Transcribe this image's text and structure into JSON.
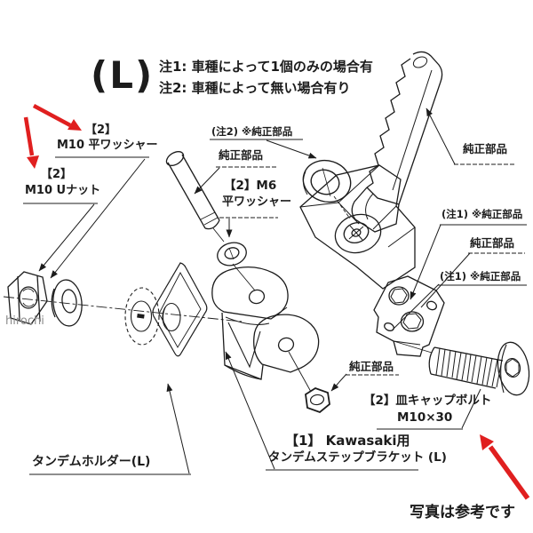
{
  "palette": {
    "background": "#ffffff",
    "ink": "#1c1c1c",
    "accent_red": "#e01f1f",
    "watermark_gray": "#8c8c8c"
  },
  "header": {
    "size_mark": "(L)",
    "note1": "注1: 車種によって1個のみの場合有",
    "note2": "注2: 車種によって無い場合有り"
  },
  "labels": {
    "m10_washer": {
      "qty": "【2】",
      "name": "M10 平ワッシャー"
    },
    "m10_unut": {
      "qty": "【2】",
      "name": "M10 Uナット"
    },
    "note2_genuine": "(注2) ※純正部品",
    "genuine_pin": "純正部品",
    "m6_washer": {
      "line1": "【2】M6",
      "line2": "平ワッシャー"
    },
    "genuine_footpeg": "純正部品",
    "note1_genuine_upper": "(注1) ※純正部品",
    "genuine_plate": "純正部品",
    "note1_genuine_lower": "(注1) ※純正部品",
    "genuine_nut": "純正部品",
    "flat_cap_bolt": {
      "line1": "【2】皿キャップボルト",
      "line2": "M10×30"
    },
    "bracket": {
      "line1": "【1】 Kawasaki用",
      "line2": "タンデムステップブラケット (L)"
    },
    "tandem_holder": "タンデムホルダー(L)",
    "watermark": "hirochi",
    "photo_note": "写真は参考です"
  }
}
